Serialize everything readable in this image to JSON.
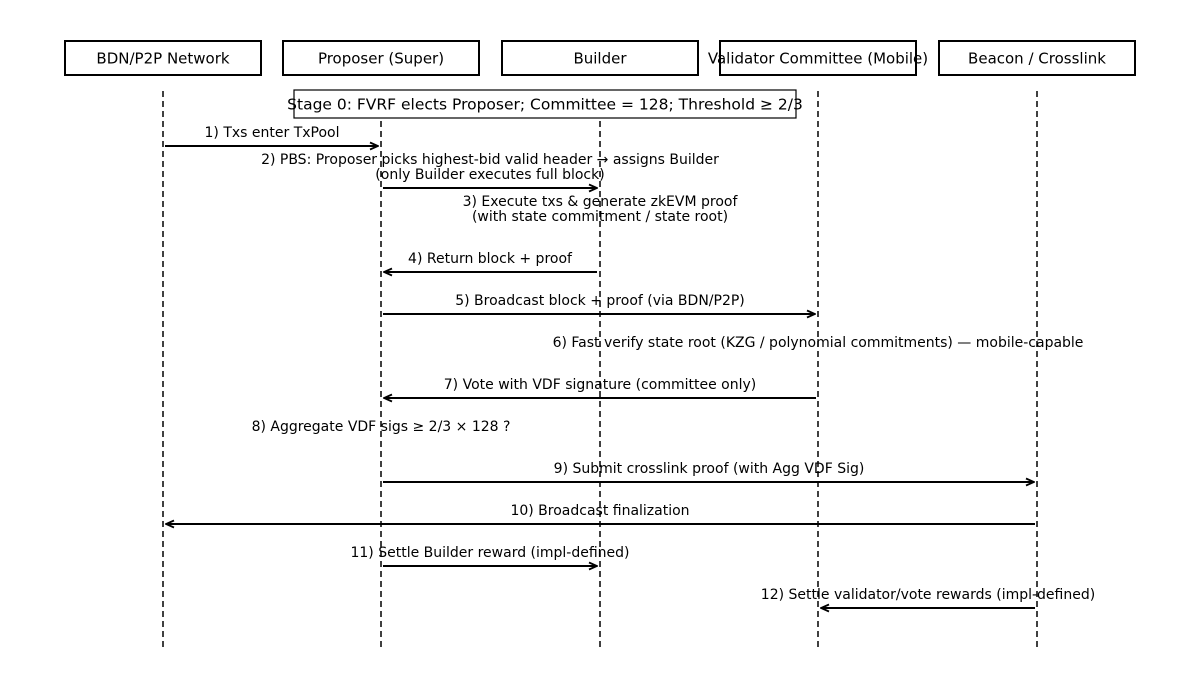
{
  "participants": [
    {
      "id": "bdn",
      "label": "BDN/P2P Network"
    },
    {
      "id": "proposer",
      "label": "Proposer (Super)"
    },
    {
      "id": "builder",
      "label": "Builder"
    },
    {
      "id": "validator",
      "label": "Validator Committee (Mobile)"
    },
    {
      "id": "beacon",
      "label": "Beacon / Crosslink"
    }
  ],
  "stage_note": "Stage 0: FVRF elects Proposer; Committee = 128; Threshold ≥ 2/3",
  "steps": [
    {
      "from": "bdn",
      "to": "proposer",
      "lines": [
        "1) Txs enter TxPool"
      ]
    },
    {
      "from": "proposer",
      "to": "builder",
      "lines": [
        "2) PBS: Proposer picks highest-bid valid header → assigns Builder",
        "(only Builder executes full block)"
      ]
    },
    {
      "from": "builder",
      "to": "builder",
      "lines": [
        "3) Execute txs & generate zkEVM proof",
        "(with state commitment / state root)"
      ]
    },
    {
      "from": "builder",
      "to": "proposer",
      "lines": [
        "4) Return block + proof"
      ]
    },
    {
      "from": "proposer",
      "to": "validator",
      "lines": [
        "5) Broadcast block + proof (via BDN/P2P)"
      ]
    },
    {
      "from": "validator",
      "to": "validator",
      "lines": [
        "6) Fast verify state root (KZG / polynomial commitments) — mobile-capable"
      ]
    },
    {
      "from": "validator",
      "to": "proposer",
      "lines": [
        "7) Vote with VDF signature (committee only)"
      ]
    },
    {
      "from": "proposer",
      "to": "proposer",
      "lines": [
        "8) Aggregate VDF sigs ≥ 2/3 × 128 ?"
      ]
    },
    {
      "from": "proposer",
      "to": "beacon",
      "lines": [
        "9) Submit crosslink proof (with Agg VDF Sig)"
      ]
    },
    {
      "from": "beacon",
      "to": "bdn",
      "lines": [
        "10) Broadcast finalization"
      ]
    },
    {
      "from": "proposer",
      "to": "builder",
      "lines": [
        "11) Settle Builder reward (impl-defined)"
      ]
    },
    {
      "from": "beacon",
      "to": "validator",
      "lines": [
        "12) Settle validator/vote rewards (impl-defined)"
      ]
    }
  ]
}
